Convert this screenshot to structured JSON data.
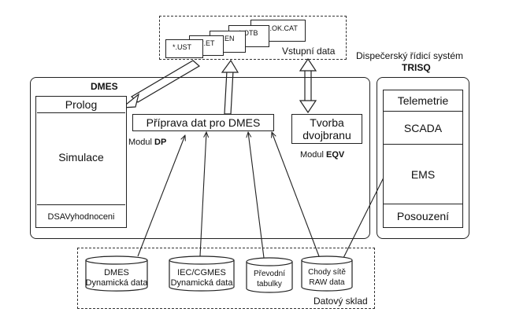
{
  "input_data": {
    "label": "Vstupní data",
    "files": [
      "*.UST",
      "*.ET",
      "*.EN",
      "*.OTB",
      "*.OK.CAT"
    ]
  },
  "trisq": {
    "title_line1": "Dispečerský řídicí systém",
    "title_line2": "TRISQ",
    "modules": [
      "Telemetrie",
      "SCADA",
      "EMS",
      "Posouzení"
    ]
  },
  "dmes": {
    "title": "DMES",
    "prolog": "Prolog",
    "simulace": "Simulace",
    "dsa": "DSAVyhodnoceni",
    "dp_box": "Příprava dat pro DMES",
    "dp_label_prefix": "Modul ",
    "dp_label_bold": "DP",
    "eqv_box_line1": "Tvorba",
    "eqv_box_line2": "dvojbranu",
    "eqv_label_prefix": "Modul ",
    "eqv_label_bold": "EQV"
  },
  "storage": {
    "label": "Datový sklad",
    "cylinders": [
      {
        "line1": "DMES",
        "line2": "Dynamická data"
      },
      {
        "line1": "IEC/CGMES",
        "line2": "Dynamická data"
      },
      {
        "line1": "Převodní",
        "line2": "tabulky"
      },
      {
        "line1": "Chody sítě",
        "line2": "RAW data"
      }
    ]
  }
}
